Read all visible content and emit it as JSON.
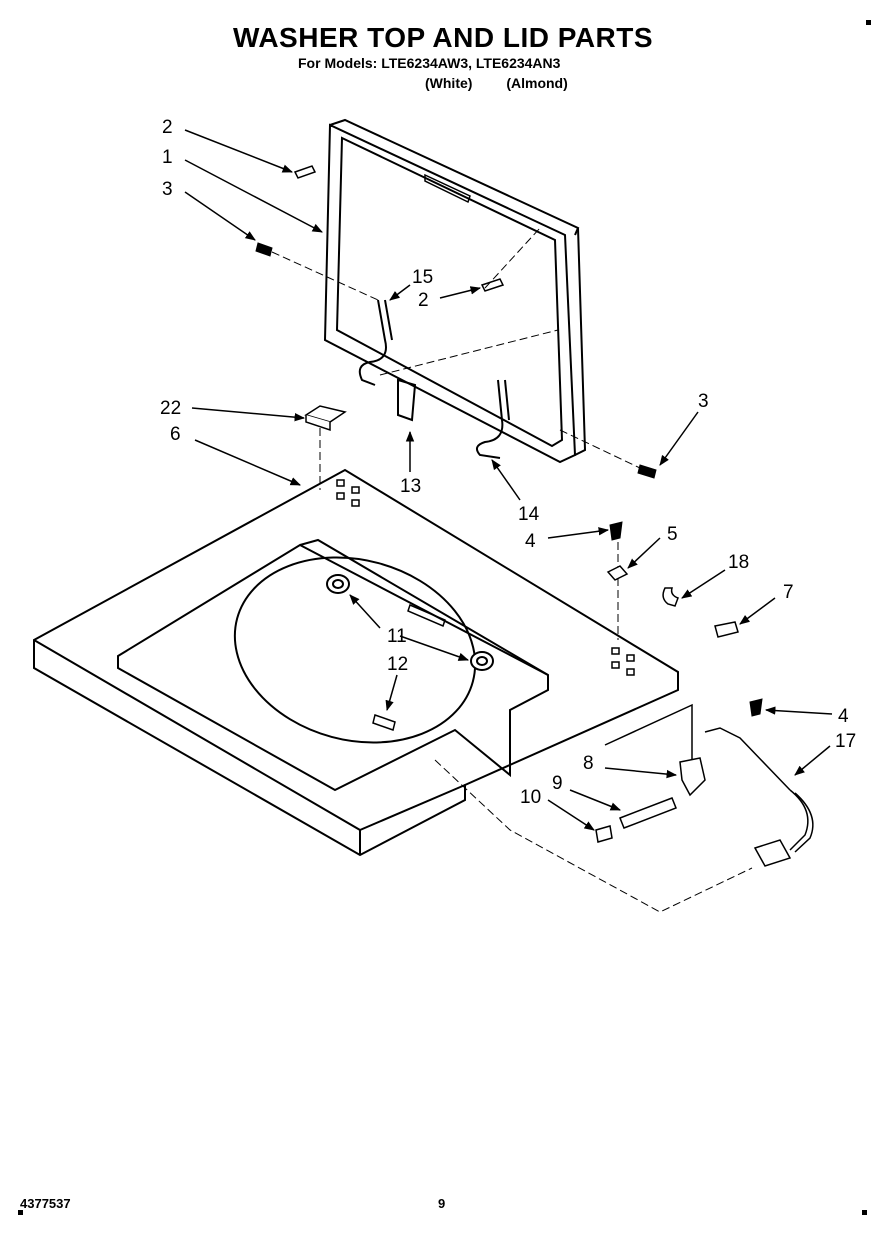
{
  "page": {
    "title": "WASHER TOP AND LID PARTS",
    "models_line": "For Models: LTE6234AW3, LTE6234AN3",
    "color_white": "(White)",
    "color_almond": "(Almond)",
    "doc_number": "4377537",
    "page_number": "9"
  },
  "callouts": [
    {
      "id": "c2a",
      "label": "2"
    },
    {
      "id": "c1",
      "label": "1"
    },
    {
      "id": "c3a",
      "label": "3"
    },
    {
      "id": "c15",
      "label": "15"
    },
    {
      "id": "c2b",
      "label": "2"
    },
    {
      "id": "c22",
      "label": "22"
    },
    {
      "id": "c6",
      "label": "6"
    },
    {
      "id": "c13",
      "label": "13"
    },
    {
      "id": "c3b",
      "label": "3"
    },
    {
      "id": "c14",
      "label": "14"
    },
    {
      "id": "c4a",
      "label": "4"
    },
    {
      "id": "c5",
      "label": "5"
    },
    {
      "id": "c18",
      "label": "18"
    },
    {
      "id": "c7",
      "label": "7"
    },
    {
      "id": "c11",
      "label": "11"
    },
    {
      "id": "c12",
      "label": "12"
    },
    {
      "id": "c4b",
      "label": "4"
    },
    {
      "id": "c17",
      "label": "17"
    },
    {
      "id": "c8",
      "label": "8"
    },
    {
      "id": "c9",
      "label": "9"
    },
    {
      "id": "c10",
      "label": "10"
    }
  ]
}
